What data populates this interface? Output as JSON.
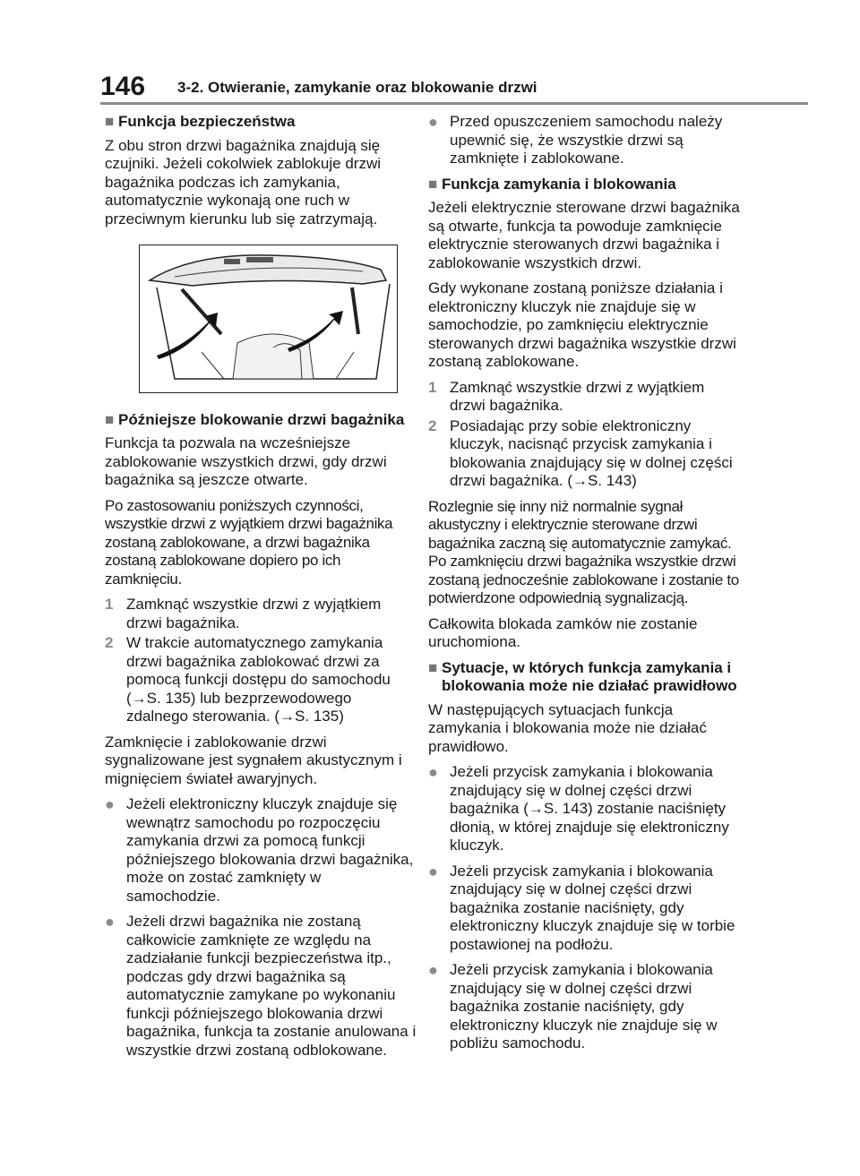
{
  "header": {
    "page_number": "146",
    "chapter": "3-2. Otwieranie, zamykanie oraz blokowanie drzwi"
  },
  "left": {
    "sec1_title": "Funkcja bezpieczeństwa",
    "sec1_text": "Z obu stron drzwi bagażnika znajdują się czujniki. Jeżeli cokolwiek zablokuje drzwi bagażnika podczas ich zamykania, automatycznie wykonają one ruch w przeciwnym kierunku lub się zatrzymają.",
    "sec2_title": "Późniejsze blokowanie drzwi bagażnika",
    "sec2_p1": "Funkcja ta pozwala na wcześniejsze zablokowanie wszystkich drzwi, gdy drzwi bagażnika są jeszcze otwarte.",
    "sec2_p2": "Po zastosowaniu poniższych czynności, wszystkie drzwi z wyjątkiem drzwi bagażnika zostaną zablokowane, a drzwi bagażnika zostaną zablokowane dopiero po ich zamknięciu.",
    "step1_num": "1",
    "step1": "Zamknąć wszystkie drzwi z wyjątkiem drzwi bagażnika.",
    "step2_num": "2",
    "step2": "W trakcie automatycznego zamykania drzwi bagażnika zablokować drzwi za pomocą funkcji dostępu do samochodu (→S. 135) lub bezprzewodowego zdalnego sterowania. (→S. 135)",
    "sec2_p3": "Zamknięcie i zablokowanie drzwi sygnalizowane jest sygnałem akustycznym i mignięciem świateł awaryjnych.",
    "bullet1": "Jeżeli elektroniczny kluczyk znajduje się wewnątrz samochodu po rozpoczęciu zamykania drzwi za pomocą funkcji późniejszego blokowania drzwi bagażnika, może on zostać zamknięty w samochodzie.",
    "bullet2": "Jeżeli drzwi bagażnika nie zostaną całkowicie zamknięte ze względu na zadziałanie funkcji bezpieczeństwa itp., podczas gdy drzwi bagażnika są automatycznie zamykane po wykonaniu funkcji późniejszego blokowania drzwi bagażnika, funkcja ta zostanie anulowana i wszystkie drzwi zostaną odblokowane."
  },
  "right": {
    "bullet0": "Przed opuszczeniem samochodu należy upewnić się, że wszystkie drzwi są zamknięte i zablokowane.",
    "sec3_title": "Funkcja zamykania i blokowania",
    "sec3_p1": "Jeżeli elektrycznie sterowane drzwi bagażnika są otwarte, funkcja ta powoduje zamknięcie elektrycznie sterowanych drzwi bagażnika i zablokowanie wszystkich drzwi.",
    "sec3_p2": "Gdy wykonane zostaną poniższe działania i elektroniczny kluczyk nie znajduje się w samochodzie, po zamknięciu elektrycznie sterowanych drzwi bagażnika wszystkie drzwi zostaną zablokowane.",
    "step1_num": "1",
    "step1": "Zamknąć wszystkie drzwi z wyjątkiem drzwi bagażnika.",
    "step2_num": "2",
    "step2": "Posiadając przy sobie elektroniczny kluczyk, nacisnąć przycisk zamykania i blokowania znajdujący się w dolnej części drzwi bagażnika. (→S. 143)",
    "sec3_p3": "Rozlegnie się inny niż normalnie sygnał akustyczny i elektrycznie sterowane drzwi bagażnika zaczną się automatycznie zamykać. Po zamknięciu drzwi bagażnika wszystkie drzwi zostaną jednocześnie zablokowane i zostanie to potwierdzone odpowiednią sygnalizacją.",
    "sec3_p4": "Całkowita blokada zamków nie zostanie uruchomiona.",
    "sec4_title": "Sytuacje, w których funkcja zamykania i blokowania może nie działać prawidłowo",
    "sec4_p1": "W następujących sytuacjach funkcja zamykania i blokowania może nie działać prawidłowo.",
    "bullet1": "Jeżeli przycisk zamykania i blokowania znajdujący się w dolnej części drzwi bagażnika (→S. 143) zostanie naciśnięty dłonią, w której znajduje się elektroniczny kluczyk.",
    "bullet2": "Jeżeli przycisk zamykania i blokowania znajdujący się w dolnej części drzwi bagażnika zostanie naciśnięty, gdy elektroniczny kluczyk znajduje się w torbie postawionej na podłożu.",
    "bullet3": "Jeżeli przycisk zamykania i blokowania znajdujący się w dolnej części drzwi bagażnika zostanie naciśnięty, gdy elektroniczny kluczyk nie znajduje się w pobliżu samochodu."
  },
  "icons": {
    "section": "square-bullet-icon",
    "bullet": "round-bullet-icon"
  },
  "colors": {
    "accent_gray": "#8a8a8a",
    "text": "#1a1a1a"
  }
}
